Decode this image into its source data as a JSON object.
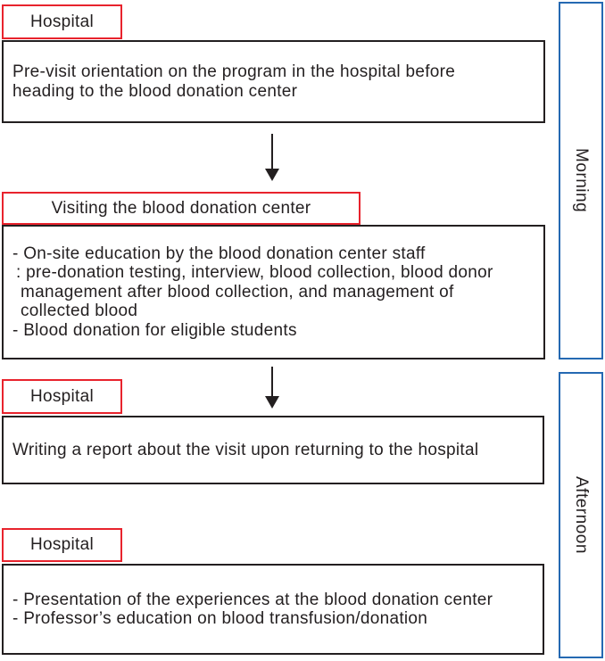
{
  "palette": {
    "red": "#e8232d",
    "blue": "#2569b2",
    "ink": "#231f20"
  },
  "sections": [
    {
      "tab_label": "Hospital",
      "body_lines": [
        "Pre-visit orientation on the program in the hospital before",
        "heading to the blood donation center"
      ]
    },
    {
      "tab_label": "Visiting the blood donation center",
      "body_lines": [
        "- On-site education by the blood donation center staff",
        ": pre-donation testing, interview, blood collection, blood donor",
        "management after blood collection, and management of",
        "collected blood",
        "- Blood donation for eligible students"
      ]
    },
    {
      "tab_label": "Hospital",
      "body_lines": [
        "Writing a report about the visit upon returning to the hospital"
      ]
    },
    {
      "tab_label": "Hospital",
      "body_lines": [
        "- Presentation of the experiences at the blood donation center",
        "- Professor’s education on blood transfusion/donation"
      ]
    }
  ],
  "timeline": [
    {
      "label": "Morning"
    },
    {
      "label": "Afternoon"
    }
  ]
}
